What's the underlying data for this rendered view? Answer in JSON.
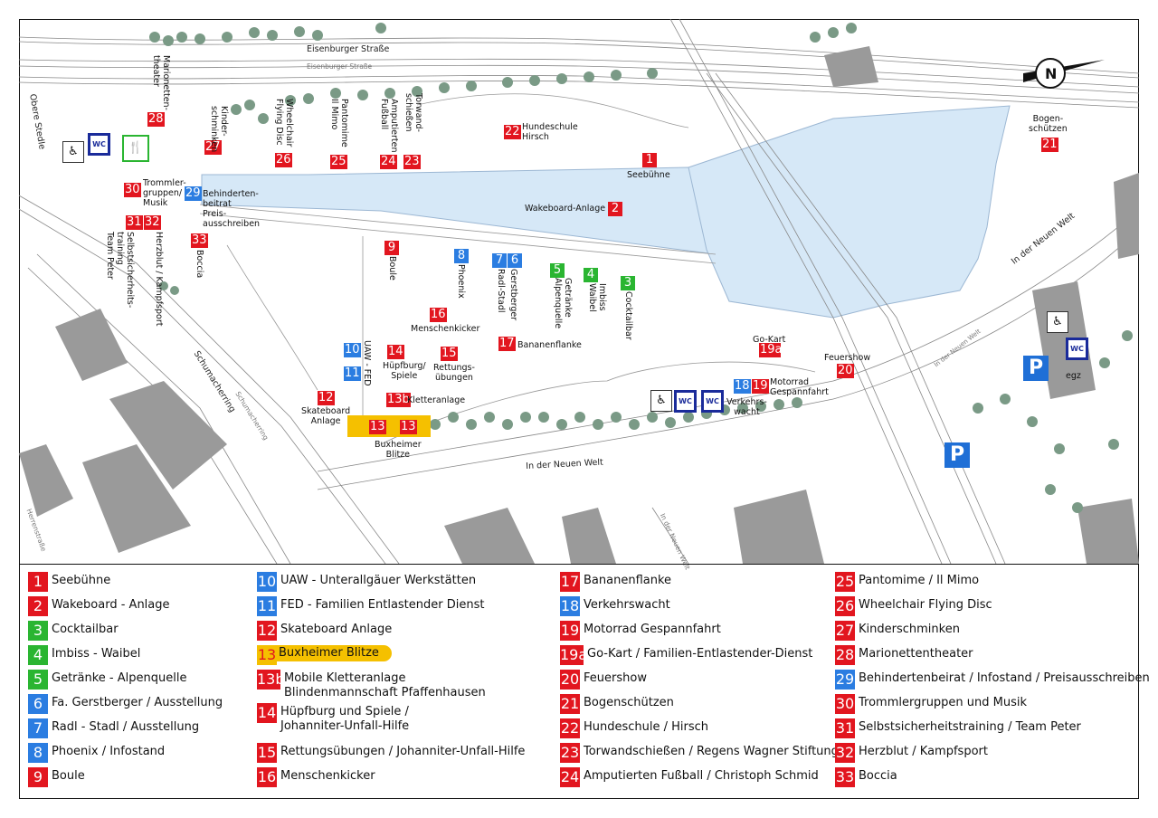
{
  "map": {
    "streets": {
      "eisenburger": "Eisenburger Straße",
      "eisenburger_small": "Eisenburger Straße",
      "obere_stedle": "Obere Stedle",
      "schumacherring": "Schumacherring",
      "schumacherring_small": "Schumacherring",
      "neue_welt": "In der Neuen Welt",
      "neue_welt_ne": "In der Neuen Welt",
      "neue_welt_small": "In der Neuen Welt",
      "neue_welt_s": "In der Neuen Welt",
      "herrenstrasse": "Herrenstraße"
    },
    "north_letter": "N",
    "wc_label": "WC",
    "egz_label": "egz",
    "parking_label": "P",
    "markers": {
      "m1": "1",
      "m2": "2",
      "m3": "3",
      "m4": "4",
      "m5": "5",
      "m6": "6",
      "m7": "7",
      "m8": "8",
      "m9": "9",
      "m10": "10",
      "m11": "11",
      "m12": "12",
      "m13a": "13",
      "m13b_": "13",
      "m13b": "13b",
      "m14": "14",
      "m15": "15",
      "m16": "16",
      "m17": "17",
      "m18": "18",
      "m19": "19",
      "m19a": "19a",
      "m20": "20",
      "m21": "21",
      "m22": "22",
      "m23": "23",
      "m24": "24",
      "m25": "25",
      "m26": "26",
      "m27": "27",
      "m28": "28",
      "m29": "29",
      "m30": "30",
      "m31": "31",
      "m32": "32",
      "m33": "33"
    },
    "labels": {
      "seebuehne": "Seebühne",
      "wakeboard": "Wakeboard-Anlage",
      "hundeschule": "Hundeschule\nHirsch",
      "bogen": "Bogen-\nschützen",
      "cocktailbar": "Cocktailbar",
      "waibel": "Imbiss\nWaibel",
      "alpenquelle": "Getränke\nAlpenquelle",
      "gerstberger": "Gerstberger",
      "radlstadl": "Radl-Stadl",
      "phoenix": "Phoenix",
      "boule": "Boule",
      "boccia": "Boccia",
      "menschenkicker": "Menschenkicker",
      "bananenflanke": "Bananenflanke",
      "huepfburg": "Hüpfburg/\nSpiele",
      "rettung": "Rettungs-\nübungen",
      "kletter": "Kletteranlage",
      "skate": "Skateboard\nAnlage",
      "buxheimer": "Buxheimer\nBlitze",
      "uaw_fed": "UAW - FED",
      "gokart": "Go-Kart",
      "feuershow": "Feuershow",
      "motorrad": "Motorrad\nGespannfahrt",
      "verkehrswacht": "Verkehrs-\nwacht",
      "behindertenbeirat": "Behinderten-\nbeitrat\nPreis-\nausschreiben",
      "trommler": "Trommler-\ngruppen/\nMusik",
      "torwand": "Torwand-\nschießen",
      "amputierten": "Amputierten\nFußball",
      "pantomime": "Pantomime\nIl Mimo",
      "wheelchair": "Wheelchair\nFlying Disc",
      "kinderschminken": "Kinder-\nschminken",
      "marionetten": "Marionetten-\ntheater",
      "herzblut": "Herzblut / Kampfsport",
      "selbst": "Selbstsicherheits-\ntraining\nTeam Peter"
    }
  },
  "legend": {
    "col1": [
      {
        "num": "1",
        "color": "red",
        "text": "Seebühne"
      },
      {
        "num": "2",
        "color": "red",
        "text": "Wakeboard - Anlage"
      },
      {
        "num": "3",
        "color": "green",
        "text": "Cocktailbar"
      },
      {
        "num": "4",
        "color": "green",
        "text": "Imbiss - Waibel"
      },
      {
        "num": "5",
        "color": "green",
        "text": "Getränke - Alpenquelle"
      },
      {
        "num": "6",
        "color": "blue",
        "text": "Fa. Gerstberger / Ausstellung"
      },
      {
        "num": "7",
        "color": "blue",
        "text": "Radl - Stadl / Ausstellung"
      },
      {
        "num": "8",
        "color": "blue",
        "text": "Phoenix / Infostand"
      },
      {
        "num": "9",
        "color": "red",
        "text": "Boule"
      }
    ],
    "col2": [
      {
        "num": "10",
        "color": "blue",
        "text": "UAW - Unterallgäuer Werkstätten"
      },
      {
        "num": "11",
        "color": "blue",
        "text": "FED - Familien Entlastender Dienst"
      },
      {
        "num": "12",
        "color": "red",
        "text": "Skateboard Anlage"
      },
      {
        "num": "13",
        "color": "yellow",
        "text": "Buxheimer Blitze"
      },
      {
        "num": "13b",
        "color": "red",
        "text": "Mobile Kletteranlage\nBlindenmannschaft Pfaffenhausen"
      },
      {
        "num": "14",
        "color": "red",
        "text": "Hüpfburg und Spiele /\nJohanniter-Unfall-Hilfe"
      },
      {
        "num": "15",
        "color": "red",
        "text": "Rettungsübungen / Johanniter-Unfall-Hilfe"
      },
      {
        "num": "16",
        "color": "red",
        "text": "Menschenkicker"
      }
    ],
    "col3": [
      {
        "num": "17",
        "color": "red",
        "text": "Bananenflanke"
      },
      {
        "num": "18",
        "color": "blue",
        "text": "Verkehrswacht"
      },
      {
        "num": "19",
        "color": "red",
        "text": "Motorrad Gespannfahrt"
      },
      {
        "num": "19a",
        "color": "red",
        "text": "Go-Kart / Familien-Entlastender-Dienst"
      },
      {
        "num": "20",
        "color": "red",
        "text": "Feuershow"
      },
      {
        "num": "21",
        "color": "red",
        "text": "Bogenschützen"
      },
      {
        "num": "22",
        "color": "red",
        "text": "Hundeschule / Hirsch"
      },
      {
        "num": "23",
        "color": "red",
        "text": "Torwandschießen / Regens Wagner Stiftung"
      },
      {
        "num": "24",
        "color": "red",
        "text": "Amputierten Fußball / Christoph Schmid"
      }
    ],
    "col4": [
      {
        "num": "25",
        "color": "red",
        "text": "Pantomime / Il Mimo"
      },
      {
        "num": "26",
        "color": "red",
        "text": "Wheelchair Flying Disc"
      },
      {
        "num": "27",
        "color": "red",
        "text": "Kinderschminken"
      },
      {
        "num": "28",
        "color": "red",
        "text": "Marionettentheater"
      },
      {
        "num": "29",
        "color": "blue",
        "text": "Behindertenbeirat / Infostand / Preisausschreiben"
      },
      {
        "num": "30",
        "color": "red",
        "text": "Trommlergruppen und Musik"
      },
      {
        "num": "31",
        "color": "red",
        "text": "Selbstsicherheitstraining / Team Peter"
      },
      {
        "num": "32",
        "color": "red",
        "text": "Herzblut / Kampfsport"
      },
      {
        "num": "33",
        "color": "red",
        "text": "Boccia"
      }
    ]
  },
  "colors": {
    "red": "#e2161f",
    "green": "#2ab531",
    "blue": "#2b7de1",
    "yellow": "#f5c000",
    "water": "#d6e8f7",
    "wc_blue": "#1a2b9a",
    "tree": "#7a9a86"
  }
}
